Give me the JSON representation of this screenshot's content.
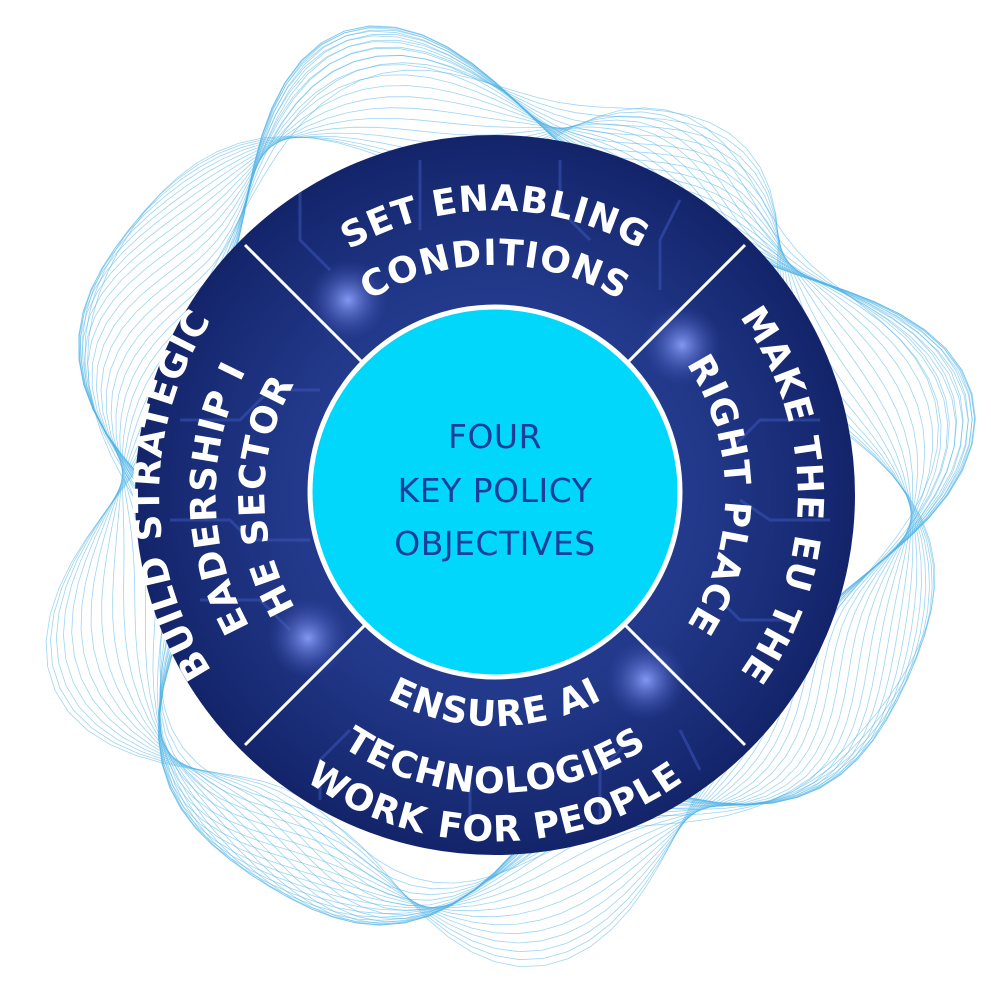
{
  "center": {
    "lines": [
      "FOUR",
      "KEY POLICY",
      "OBJECTIVES"
    ]
  },
  "segments": {
    "top": {
      "lines": [
        "SET ENABLING",
        "CONDITIONS"
      ]
    },
    "right": {
      "lines": [
        "MAKE THE EU THE",
        "RIGHT PLACE"
      ]
    },
    "bottom": {
      "lines": [
        "ENSURE AI",
        "TECHNOLOGIES",
        "WORK FOR PEOPLE"
      ]
    },
    "left": {
      "lines": [
        "BUILD STRATEGIC",
        "LEADERSHIP IN",
        "THE SECTORS"
      ]
    }
  },
  "colors": {
    "ring": "#1a2f7a",
    "ring_dark": "#10215e",
    "center": "#00d7fb",
    "center_text": "#1b3f99",
    "divider": "#ffffff",
    "wave": "#4fb3e6"
  }
}
